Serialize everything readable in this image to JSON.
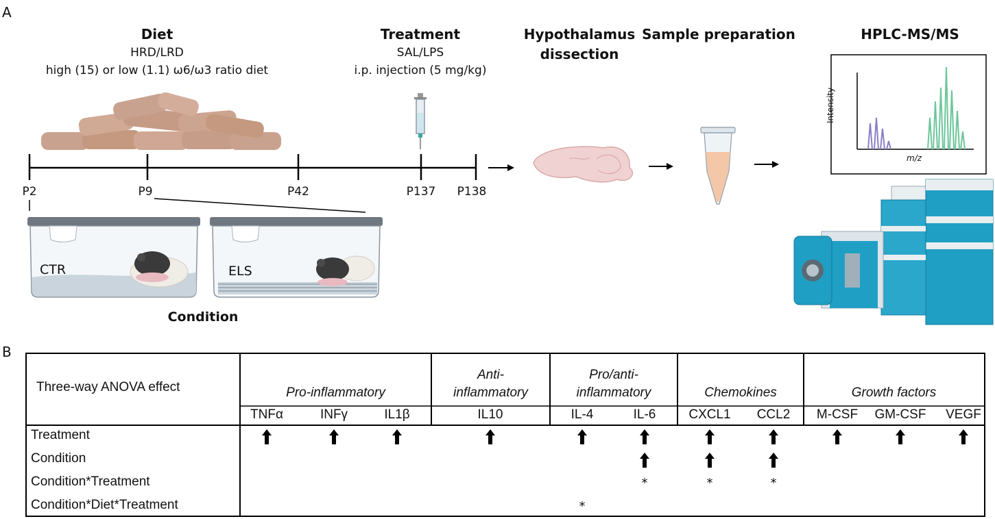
{
  "panel_a": {
    "letter": "A",
    "diet": {
      "title": "Diet",
      "line1": "HRD/LRD",
      "line2": "high (15) or low (1.1) ω6/ω3 ratio diet"
    },
    "treatment": {
      "title": "Treatment",
      "line1": "SAL/LPS",
      "line2": "i.p. injection (5 mg/kg)"
    },
    "hypothalamus": {
      "line1": "Hypothalamus",
      "line2": "dissection"
    },
    "sample_prep": {
      "title": "Sample preparation"
    },
    "hplc": {
      "title": "HPLC-MS/MS",
      "ylabel": "Intensity",
      "xlabel": "m/z"
    },
    "timeline_ticks": [
      "P2",
      "P9",
      "P42",
      "P137",
      "P138"
    ],
    "cages": {
      "ctr": "CTR",
      "els": "ELS",
      "caption": "Condition"
    },
    "colors": {
      "pellet": "#c9a28f",
      "mouse": "#3a3a3a",
      "machine_blue": "#1f9fc4",
      "peak_purple": "#8a7fc6",
      "peak_green": "#6cc69a",
      "tube_fill": "#f3c7a8",
      "brain": "#f1d2d2"
    }
  },
  "panel_b": {
    "letter": "B",
    "effect_header": "Three-way ANOVA effect",
    "categories": [
      {
        "label_line1": "Pro-inflammatory",
        "label_line2": ""
      },
      {
        "label_line1": "Anti-",
        "label_line2": "inflammatory"
      },
      {
        "label_line1": "Pro/anti-",
        "label_line2": "inflammatory"
      },
      {
        "label_line1": "Chemokines",
        "label_line2": ""
      },
      {
        "label_line1": "Growth factors",
        "label_line2": ""
      }
    ],
    "analytes": [
      "TNFα",
      "INFγ",
      "IL1β",
      "IL10",
      "IL-4",
      "IL-6",
      "CXCL1",
      "CCL2",
      "M-CSF",
      "GM-CSF",
      "VEGF"
    ],
    "rows": [
      {
        "label": "Treatment",
        "marks": [
          "up",
          "up",
          "up",
          "up",
          "up",
          "up",
          "up",
          "up",
          "up",
          "up",
          "up"
        ]
      },
      {
        "label": "Condition",
        "marks": [
          "",
          "",
          "",
          "",
          "",
          "up",
          "up",
          "up",
          "",
          "",
          ""
        ]
      },
      {
        "label": "Condition*Treatment",
        "marks": [
          "",
          "",
          "",
          "",
          "",
          "*",
          "*",
          "*",
          "",
          "",
          ""
        ]
      },
      {
        "label": "Condition*Diet*Treatment",
        "marks": [
          "",
          "",
          "",
          "",
          "*",
          "",
          "",
          "",
          "",
          "",
          ""
        ]
      }
    ]
  }
}
